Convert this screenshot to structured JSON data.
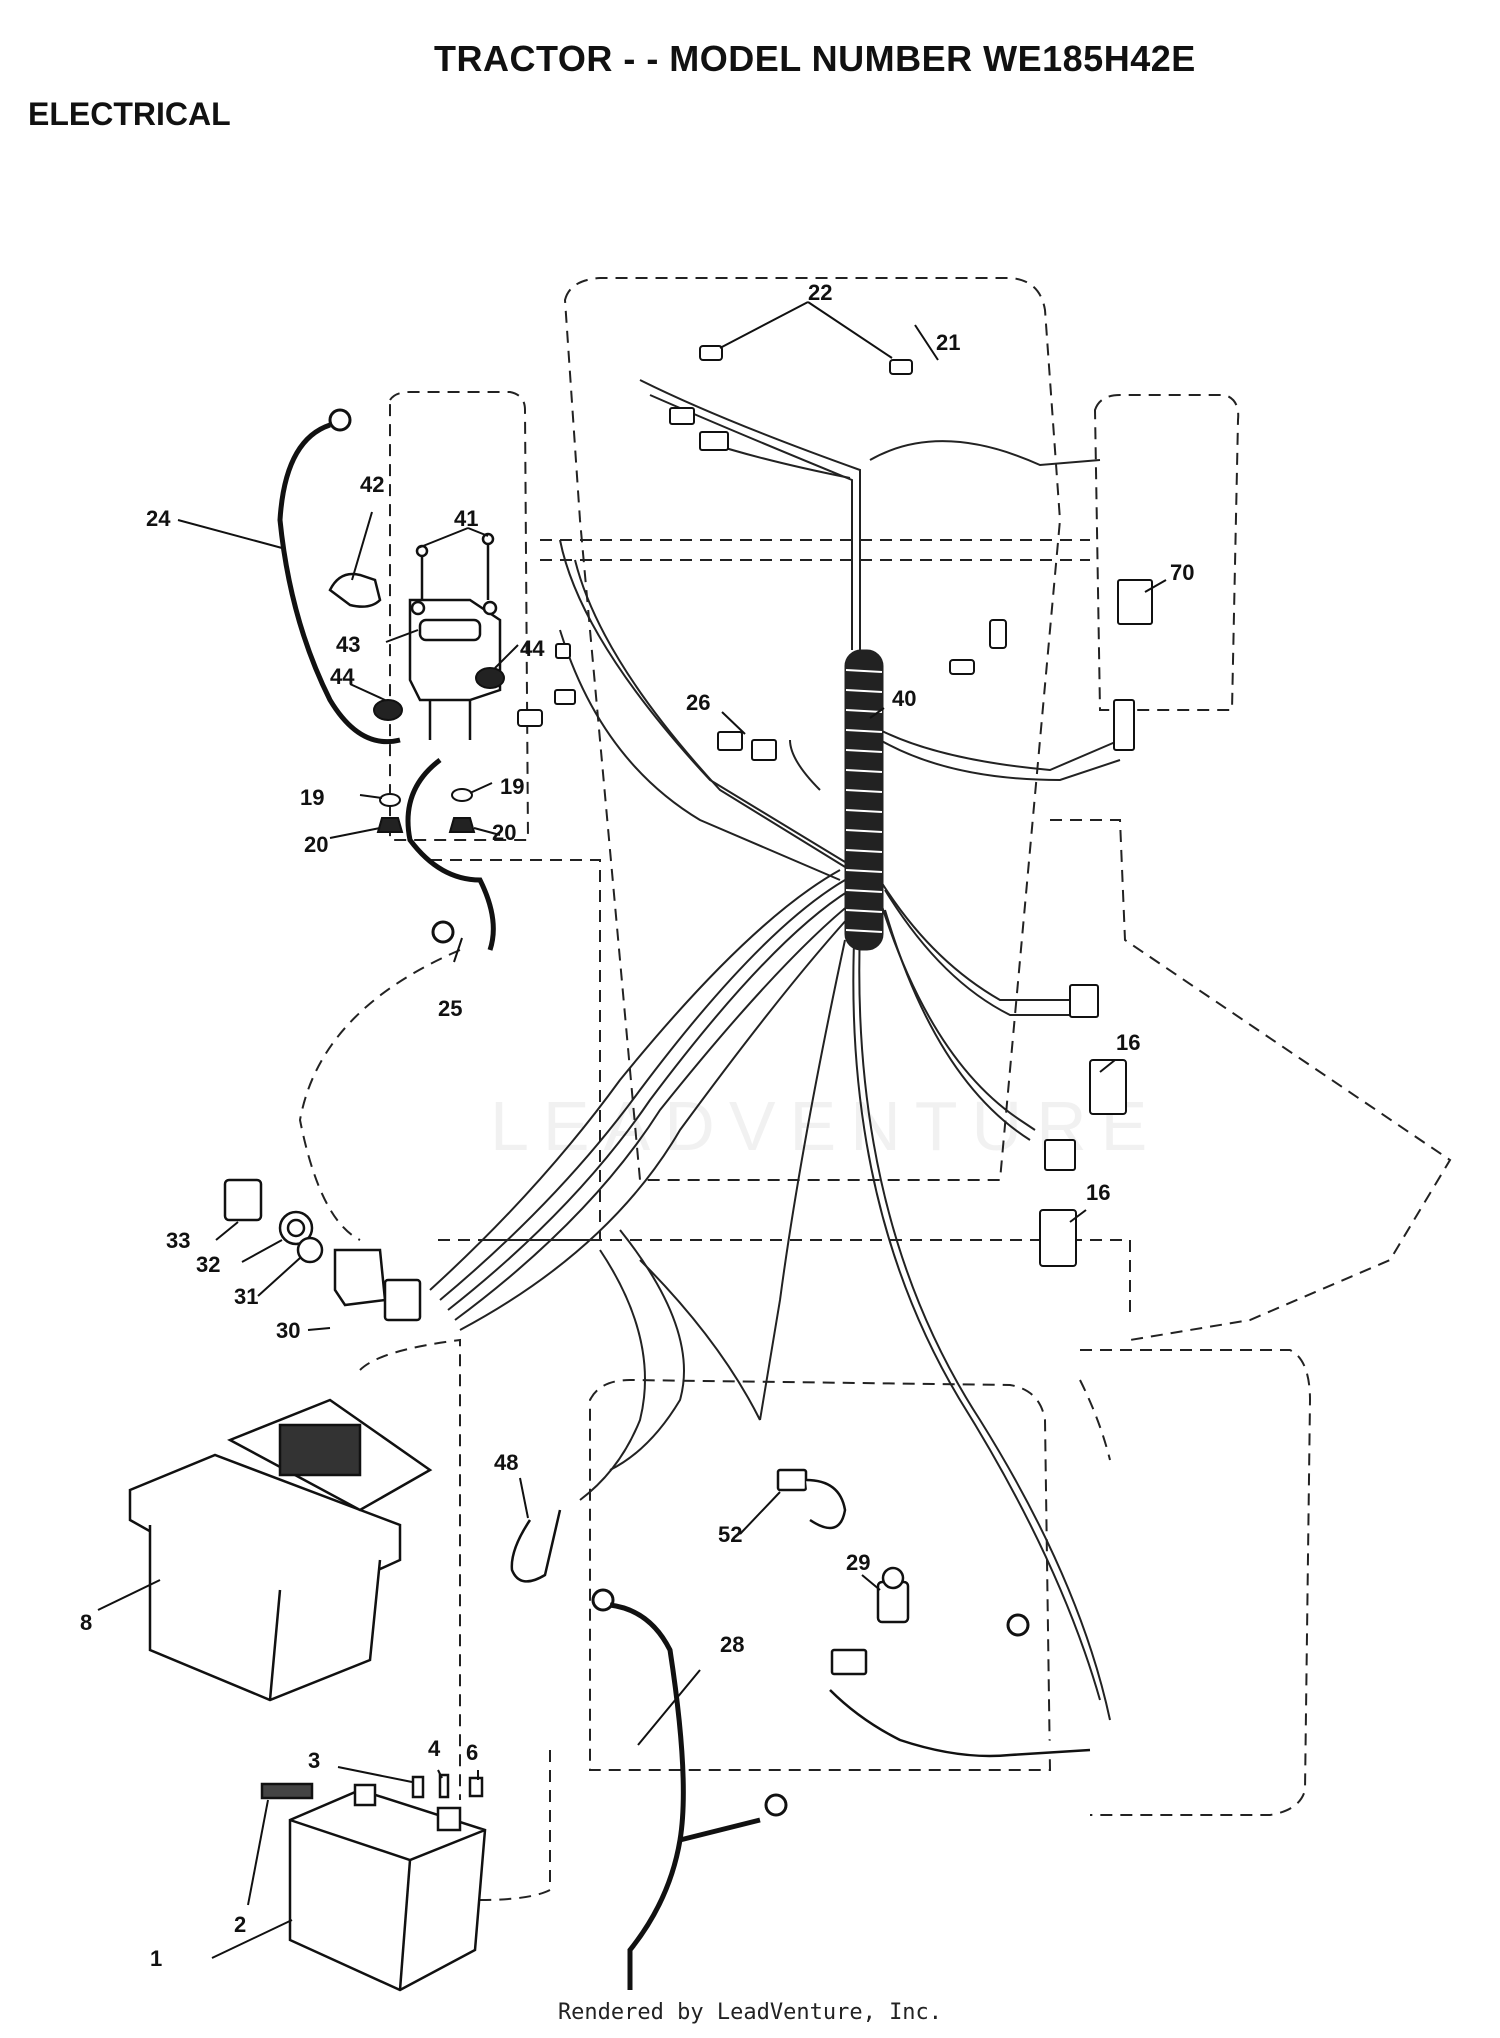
{
  "title": "TRACTOR - - MODEL NUMBER WE185H42E",
  "section": "ELECTRICAL",
  "footer": "Rendered by LeadVenture, Inc.",
  "watermark": "LEADVENTURE",
  "parts": {
    "p1": "1",
    "p2": "2",
    "p3": "3",
    "p4": "4",
    "p6": "6",
    "p8": "8",
    "p16a": "16",
    "p16b": "16",
    "p19a": "19",
    "p19b": "19",
    "p20a": "20",
    "p20b": "20",
    "p21": "21",
    "p22": "22",
    "p24": "24",
    "p25": "25",
    "p26": "26",
    "p28": "28",
    "p29": "29",
    "p30": "30",
    "p31": "31",
    "p32": "32",
    "p33": "33",
    "p40": "40",
    "p41": "41",
    "p42": "42",
    "p43": "43",
    "p44a": "44",
    "p44b": "44",
    "p48": "48",
    "p52": "52",
    "p70": "70"
  }
}
